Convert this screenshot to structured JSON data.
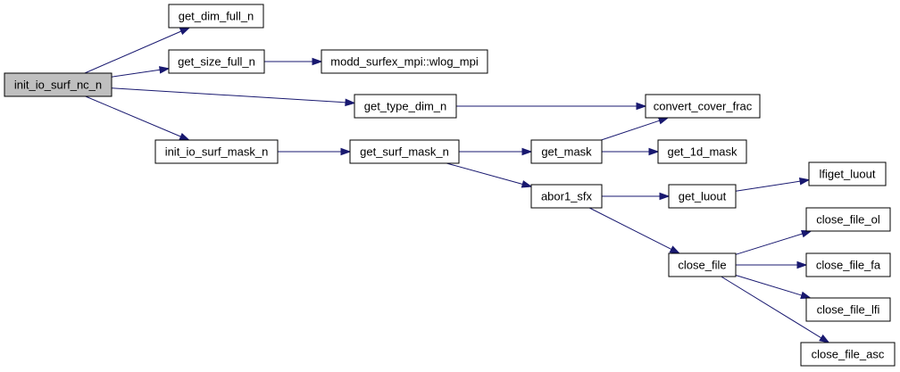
{
  "graph": {
    "root": "init_io_surf_nc_n",
    "nodes": [
      {
        "id": "init_io_surf_nc_n",
        "label": "init_io_surf_nc_n"
      },
      {
        "id": "get_dim_full_n",
        "label": "get_dim_full_n"
      },
      {
        "id": "get_size_full_n",
        "label": "get_size_full_n"
      },
      {
        "id": "modd_surfex_mpi_wlog_mpi",
        "label": "modd_surfex_mpi::wlog_mpi"
      },
      {
        "id": "get_type_dim_n",
        "label": "get_type_dim_n"
      },
      {
        "id": "convert_cover_frac",
        "label": "convert_cover_frac"
      },
      {
        "id": "init_io_surf_mask_n",
        "label": "init_io_surf_mask_n"
      },
      {
        "id": "get_surf_mask_n",
        "label": "get_surf_mask_n"
      },
      {
        "id": "get_mask",
        "label": "get_mask"
      },
      {
        "id": "get_1d_mask",
        "label": "get_1d_mask"
      },
      {
        "id": "lfiget_luout",
        "label": "lfiget_luout"
      },
      {
        "id": "abor1_sfx",
        "label": "abor1_sfx"
      },
      {
        "id": "get_luout",
        "label": "get_luout"
      },
      {
        "id": "close_file_ol",
        "label": "close_file_ol"
      },
      {
        "id": "close_file",
        "label": "close_file"
      },
      {
        "id": "close_file_fa",
        "label": "close_file_fa"
      },
      {
        "id": "close_file_lfi",
        "label": "close_file_lfi"
      },
      {
        "id": "close_file_asc",
        "label": "close_file_asc"
      }
    ],
    "edges": [
      {
        "from": "init_io_surf_nc_n",
        "to": "get_dim_full_n"
      },
      {
        "from": "init_io_surf_nc_n",
        "to": "get_size_full_n"
      },
      {
        "from": "init_io_surf_nc_n",
        "to": "get_type_dim_n"
      },
      {
        "from": "init_io_surf_nc_n",
        "to": "init_io_surf_mask_n"
      },
      {
        "from": "get_size_full_n",
        "to": "modd_surfex_mpi_wlog_mpi"
      },
      {
        "from": "get_type_dim_n",
        "to": "convert_cover_frac"
      },
      {
        "from": "init_io_surf_mask_n",
        "to": "get_surf_mask_n"
      },
      {
        "from": "get_surf_mask_n",
        "to": "get_mask"
      },
      {
        "from": "get_surf_mask_n",
        "to": "abor1_sfx"
      },
      {
        "from": "get_mask",
        "to": "convert_cover_frac"
      },
      {
        "from": "get_mask",
        "to": "get_1d_mask"
      },
      {
        "from": "abor1_sfx",
        "to": "get_luout"
      },
      {
        "from": "abor1_sfx",
        "to": "close_file"
      },
      {
        "from": "get_luout",
        "to": "lfiget_luout"
      },
      {
        "from": "close_file",
        "to": "close_file_ol"
      },
      {
        "from": "close_file",
        "to": "close_file_fa"
      },
      {
        "from": "close_file",
        "to": "close_file_lfi"
      },
      {
        "from": "close_file",
        "to": "close_file_asc"
      }
    ]
  },
  "colors": {
    "edge": "#191970",
    "root_fill": "#bfbfbf",
    "node_fill": "#ffffff",
    "node_border": "#000000"
  }
}
